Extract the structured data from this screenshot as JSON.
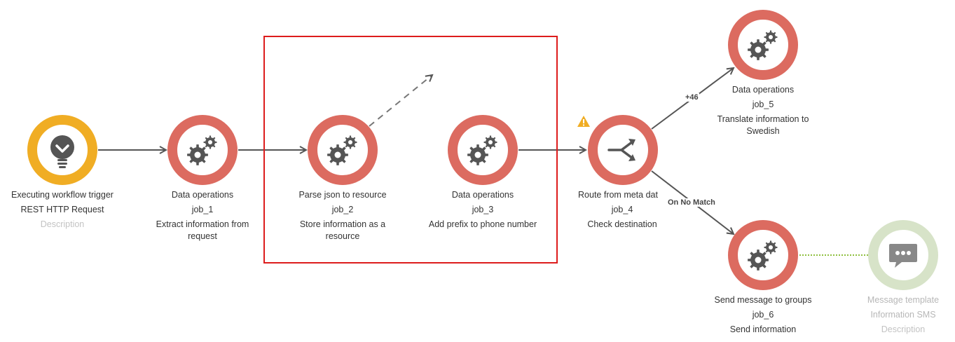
{
  "colors": {
    "job": "#dc6b60",
    "trigger": "#f0ad24",
    "template": "#d7e3c8",
    "selection": "#dd1c1c",
    "edge": "#555555",
    "link": "#8fbf3f",
    "warning": "#f0ad24"
  },
  "nodes": [
    {
      "id": "trigger",
      "icon": "lightbulb-icon",
      "title": "Executing workflow trigger",
      "subtitle": "REST HTTP Request",
      "description": "Description"
    },
    {
      "id": "job1",
      "icon": "gears-icon",
      "title": "Data operations",
      "subtitle": "job_1",
      "description": "Extract information from request"
    },
    {
      "id": "job2",
      "icon": "gears-icon",
      "title": "Parse json to resource",
      "subtitle": "job_2",
      "description": "Store information as a resource"
    },
    {
      "id": "job3",
      "icon": "gears-icon",
      "title": "Data operations",
      "subtitle": "job_3",
      "description": "Add prefix to phone number"
    },
    {
      "id": "job4",
      "icon": "route-split-icon",
      "title": "Route from meta dat",
      "subtitle": "job_4",
      "description": "Check destination"
    },
    {
      "id": "job5",
      "icon": "gears-icon",
      "title": "Data operations",
      "subtitle": "job_5",
      "description": "Translate information to Swedish"
    },
    {
      "id": "job6",
      "icon": "gears-icon",
      "title": "Send message to groups",
      "subtitle": "job_6",
      "description": "Send information"
    },
    {
      "id": "template",
      "icon": "chat-bubble-icon",
      "title": "Message template",
      "subtitle": "Information SMS",
      "description": "Description"
    }
  ],
  "edges": {
    "plus46": "+46",
    "no_match": "On No Match"
  }
}
